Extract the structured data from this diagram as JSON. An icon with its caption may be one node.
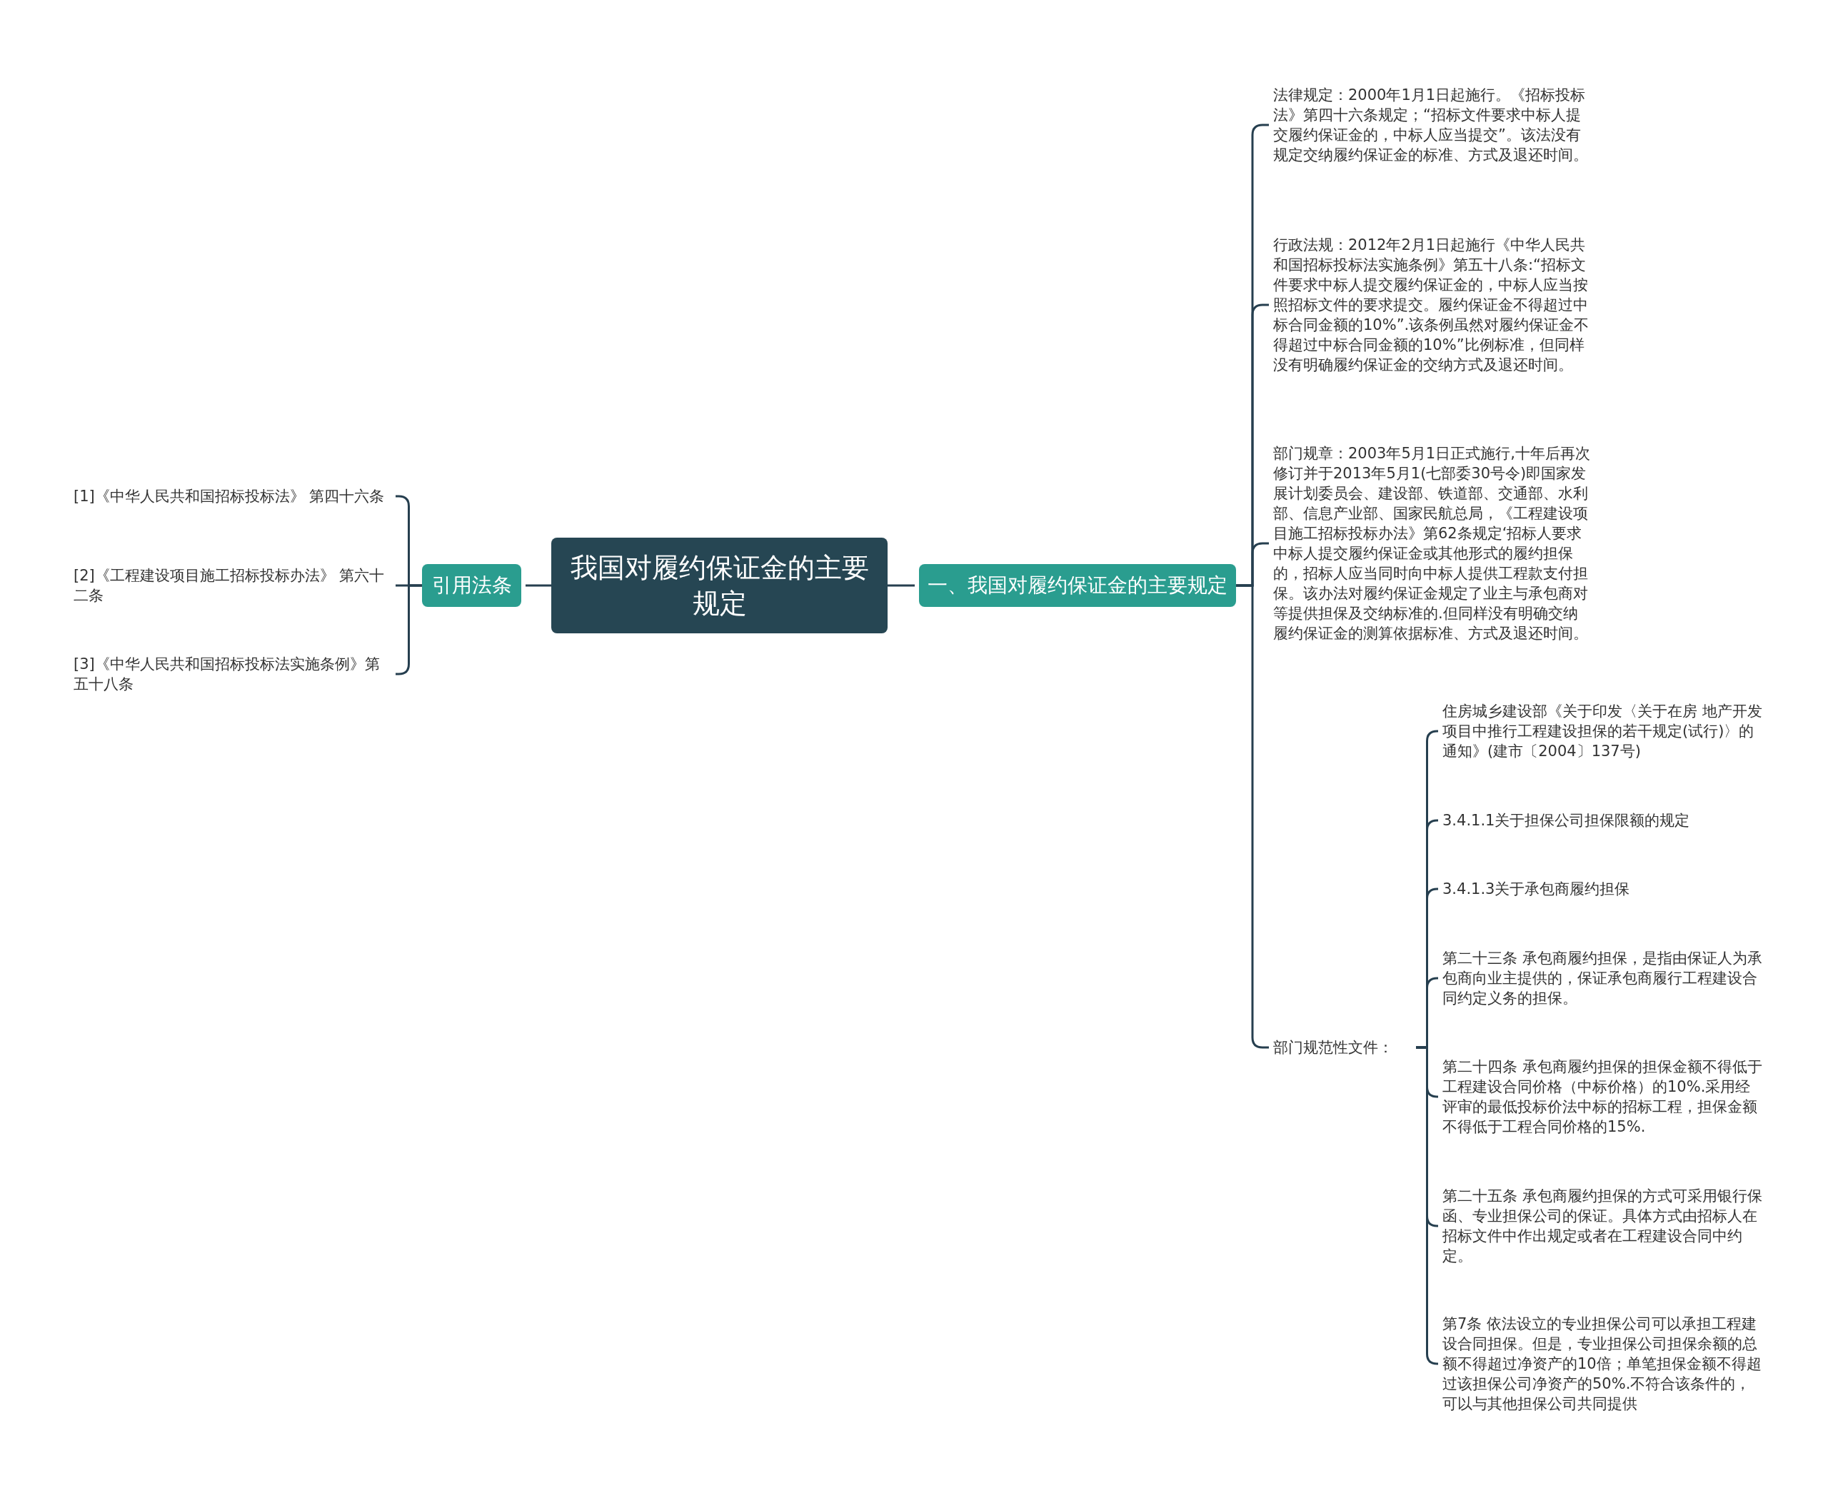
{
  "diagram": {
    "nodes": [
      {
        "text": [
          "我国对履约保证金的主要规定"
        ]
      },
      {
        "text": [
          "引用法条"
        ]
      },
      {
        "text": [
          "[1]《中华人民共和国招标投标法》 第四十六条"
        ]
      },
      {
        "text": [
          "[2]《工程建设项目施工招标投标办法》 第六十二条"
        ]
      },
      {
        "text": [
          "[3]《中华人民共和国招标投标法实施条例》第五十八条"
        ]
      },
      {
        "text": [
          "一、我国对履约保证金的主要规定"
        ]
      },
      {
        "text": [
          "法律规定：2000年1月1日起施行。《招标投标法》第四十六条规定；“招标文件要求中标人提交履约保证金的，中标人应当提交”。该法没有规定交纳履约保证金的标准、方式及退还时间。"
        ]
      },
      {
        "text": [
          "行政法规：2012年2月1日起施行《中华人民共和国招标投标法实施条例》第五十八条:“招标文件要求中标人提交履约保证金的，中标人应当按照招标文件的要求提交。履约保证金不得超过中标合同金额的10%”.该条例虽然对履约保证金不得超过中标合同金额的10%”比例标准，但同样没有明确履约保证金的交纳方式及退还时间。"
        ]
      },
      {
        "text": [
          "部门规章：2003年5月1日正式施行,十年后再次修订并于2013年5月1(七部委30号令)即国家发展计划委员会、建设部、铁道部、交通部、水利部、信息产业部、国家民航总局，《工程建设项目施工招标投标办法》第62条规定‘招标人要求中标人提交履约保证金或其他形式的履约担保的，招标人应当同时向中标人提供工程款支付担保。该办法对履约保证金规定了业主与承包商对等提供担保及交纳标准的.但同样没有明确交纳履约保证金的测算依据标准、方式及退还时间。"
        ]
      },
      {
        "text": [
          "部门规范性文件："
        ]
      },
      {
        "text": [
          "住房城乡建设部《关于印发〈关于在房 地产开发项目中推行工程建设担保的若干规定(试行)〉的通知》(建市〔2004〕137号)"
        ]
      },
      {
        "text": [
          "3.4.1.1关于担保公司担保限额的规定"
        ]
      },
      {
        "text": [
          "3.4.1.3关于承包商履约担保"
        ]
      },
      {
        "text": [
          "第二十三条 承包商履约担保，是指由保证人为承包商向业主提供的，保证承包商履行工程建设合同约定义务的担保。"
        ]
      },
      {
        "text": [
          "第二十四条 承包商履约担保的担保金额不得低于工程建设合同价格（中标价格）的10%.采用经评审的最低投标价法中标的招标工程，担保金额不得低于工程合同价格的15%."
        ]
      },
      {
        "text": [
          "第二十五条 承包商履约担保的方式可采用银行保函、专业担保公司的保证。具体方式由招标人在招标文件中作出规定或者在工程建设合同中约定。"
        ]
      },
      {
        "text": [
          "第7条 依法设立的专业担保公司可以承担工程建设合同担保。但是，专业担保公司担保余额的总额不得超过净资产的10倍；单笔担保金额不得超过该担保公司净资产的50%.不符合该条件的，可以与其他担保公司共同提供"
        ]
      }
    ],
    "edges": [
      {
        "from": 0,
        "to": 1,
        "arrow": "none"
      },
      {
        "from": 1,
        "to": 2,
        "arrow": "none"
      },
      {
        "from": 1,
        "to": 3,
        "arrow": "none"
      },
      {
        "from": 1,
        "to": 4,
        "arrow": "none"
      },
      {
        "from": 0,
        "to": 5,
        "arrow": "none"
      },
      {
        "from": 5,
        "to": 6,
        "arrow": "none"
      },
      {
        "from": 5,
        "to": 7,
        "arrow": "none"
      },
      {
        "from": 5,
        "to": 8,
        "arrow": "none"
      },
      {
        "from": 5,
        "to": 9,
        "arrow": "none"
      },
      {
        "from": 9,
        "to": 10,
        "arrow": "none"
      },
      {
        "from": 9,
        "to": 11,
        "arrow": "none"
      },
      {
        "from": 9,
        "to": 12,
        "arrow": "none"
      },
      {
        "from": 9,
        "to": 13,
        "arrow": "none"
      },
      {
        "from": 9,
        "to": 14,
        "arrow": "none"
      },
      {
        "from": 9,
        "to": 15,
        "arrow": "none"
      },
      {
        "from": 9,
        "to": 16,
        "arrow": "none"
      }
    ]
  }
}
